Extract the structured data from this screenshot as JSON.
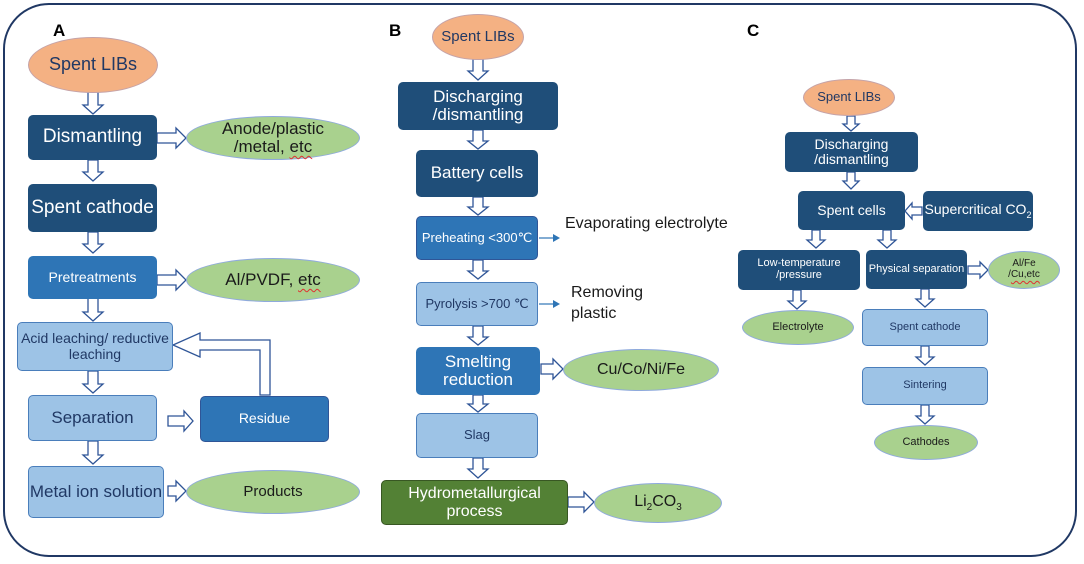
{
  "panels": {
    "a": {
      "letter": "A",
      "spent_libs": "Spent LIBs",
      "dismantling": "Dismantling",
      "anode_plastic_metal": "Anode/plastic /metal, etc",
      "spent_cathode": "Spent cathode",
      "pretreatments": "Pretreatments",
      "al_pvdf": "Al/PVDF, etc",
      "acid_leaching": "Acid leaching/ reductive leaching",
      "separation": "Separation",
      "residue": "Residue",
      "metal_ion_solution": "Metal ion solution",
      "products": "Products"
    },
    "b": {
      "letter": "B",
      "spent_libs": "Spent LIBs",
      "discharging_dismantling": "Discharging /dismantling",
      "battery_cells": "Battery cells",
      "preheating": "Preheating <300℃",
      "evaporating_electrolyte": "Evaporating electrolyte",
      "pyrolysis": "Pyrolysis >700 ℃",
      "removing_plastic": "Removing plastic",
      "smelting_reduction": "Smelting reduction",
      "cu_co_ni_fe": "Cu/Co/Ni/Fe",
      "slag": "Slag",
      "hydrometallurgical_process": "Hydrometallurgical process",
      "li2co3_main": "Li",
      "li2co3_sub1": "2",
      "li2co3_mid": "CO",
      "li2co3_sub2": "3"
    },
    "c": {
      "letter": "C",
      "spent_libs": "Spent LIBs",
      "discharging_dismantling": "Discharging /dismantling",
      "spent_cells": "Spent cells",
      "supercritical_main": "Supercritical CO",
      "supercritical_sub": "2",
      "low_temperature_pressure": "Low-temperature /pressure",
      "physical_separation": "Physical separation",
      "al_fe_cu": "Al/Fe /Cu,etc",
      "electrolyte": "Electrolyte",
      "spent_cathode": "Spent cathode",
      "sintering": "Sintering",
      "cathodes": "Cathodes"
    }
  },
  "colors": {
    "frame": "#203864",
    "dark_box": "#1f4e79",
    "medium_box": "#2e75b6",
    "light_box": "#9dc3e6",
    "green_box": "#538135",
    "orange_ellipse": "#f4b183",
    "green_ellipse": "#a9d18e"
  }
}
